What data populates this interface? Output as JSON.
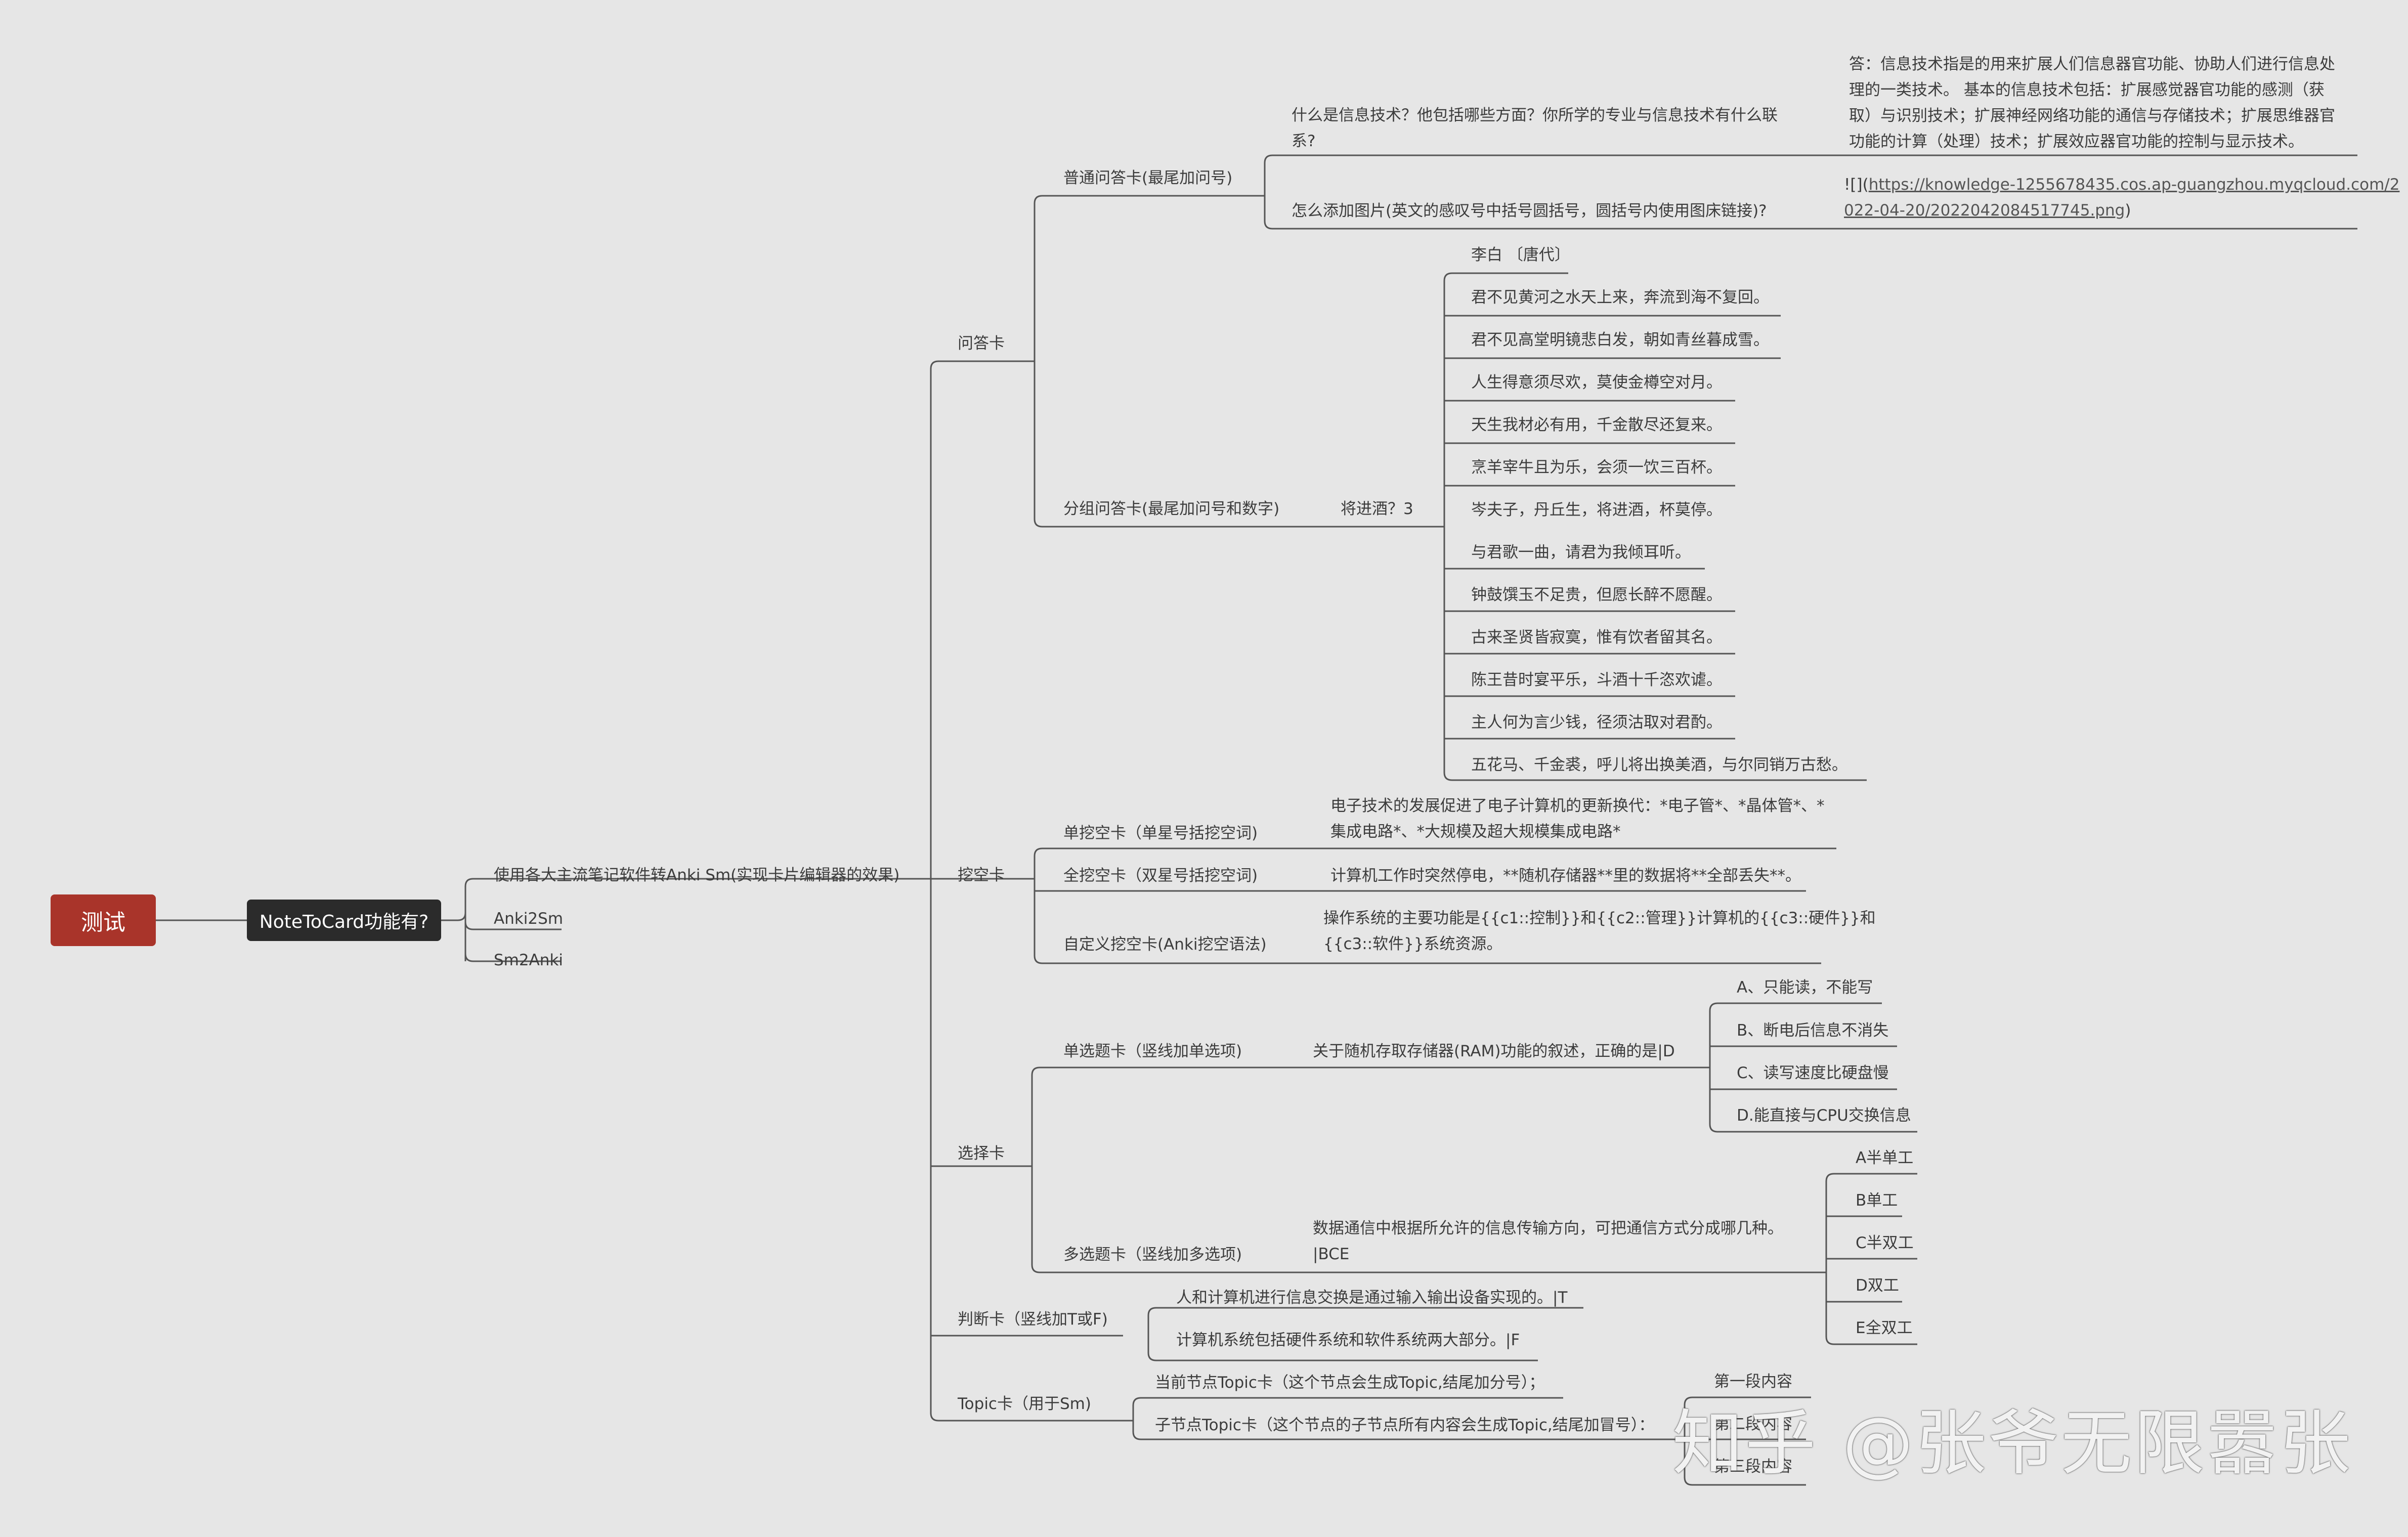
{
  "root": "测试",
  "main": "NoteToCard功能有?",
  "main_children": {
    "anki": "使用各大主流笔记软件转Anki Sm(实现卡片编辑器的效果)",
    "anki2sm": "Anki2Sm",
    "sm2anki": "Sm2Anki"
  },
  "categories": {
    "qa": "问答卡",
    "cloze": "挖空卡",
    "choice": "选择卡",
    "judge": "判断卡（竖线加T或F)",
    "topic": "Topic卡（用于Sm)"
  },
  "qa": {
    "normal": "普通问答卡(最尾加问号)",
    "q1": "什么是信息技术？他包括哪些方面？你所学的专业与信息技术有什么联\n系?",
    "a1": "答：信息技术指是的用来扩展人们信息器官功能、协助人们进行信息处\n理的一类技术。 基本的信息技术包括：扩展感觉器官功能的感测（获\n取）与识别技术；扩展神经网络功能的通信与存储技术；扩展思维器官\n功能的计算（处理）技术；扩展效应器官功能的控制与显示技术。",
    "q2": "怎么添加图片(英文的感叹号中括号圆括号，圆括号内使用图床链接)?",
    "a2_prefix": "![](",
    "a2_url": "https://knowledge-1255678435.cos.ap-guangzhou.myqcloud.com/2\n022-04-20/2022042084517745.png",
    "a2_suffix": ")",
    "group": "分组问答卡(最尾加问号和数字)",
    "group_q": "将进酒？3",
    "poem": [
      "李白 〔唐代〕",
      "君不见黄河之水天上来，奔流到海不复回。",
      "君不见高堂明镜悲白发，朝如青丝暮成雪。",
      "人生得意须尽欢，莫使金樽空对月。",
      "天生我材必有用，千金散尽还复来。",
      "烹羊宰牛且为乐，会须一饮三百杯。",
      "岑夫子，丹丘生，将进酒，杯莫停。",
      "与君歌一曲，请君为我倾耳听。",
      "钟鼓馔玉不足贵，但愿长醉不愿醒。",
      "古来圣贤皆寂寞，惟有饮者留其名。",
      "陈王昔时宴平乐，斗酒十千恣欢谑。",
      "主人何为言少钱，径须沽取对君酌。",
      "五花马、千金裘，呼儿将出换美酒，与尔同销万古愁。"
    ]
  },
  "cloze": {
    "single": "单挖空卡（单星号括挖空词)",
    "single_text": "电子技术的发展促进了电子计算机的更新换代：*电子管*、*晶体管*、*\n集成电路*、*大规模及超大规模集成电路*",
    "full": "全挖空卡（双星号括挖空词)",
    "full_text": "计算机工作时突然停电，**随机存储器**里的数据将**全部丢失**。",
    "custom": "自定义挖空卡(Anki挖空语法)",
    "custom_text": "操作系统的主要功能是{{c1::控制}}和{{c2::管理}}计算机的{{c3::硬件}}和\n{{c3::软件}}系统资源。"
  },
  "choice": {
    "single": "单选题卡（竖线加单选项)",
    "single_q": "关于随机存取存储器(RAM)功能的叙述，正确的是|D",
    "single_opts": [
      "A、只能读，不能写",
      "B、断电后信息不消失",
      "C、读写速度比硬盘慢",
      "D.能直接与CPU交换信息"
    ],
    "multi": "多选题卡（竖线加多选项)",
    "multi_q": "数据通信中根据所允许的信息传输方向，可把通信方式分成哪几种。\n|BCE",
    "multi_opts": [
      "A半单工",
      "B单工",
      "C半双工",
      "D双工",
      "E全双工"
    ]
  },
  "judge": {
    "t": "人和计算机进行信息交换是通过输入输出设备实现的。|T",
    "f": "计算机系统包括硬件系统和软件系统两大部分。|F"
  },
  "topic": {
    "current": "当前节点Topic卡（这个节点会生成Topic,结尾加分号）；",
    "child": "子节点Topic卡（这个节点的子节点所有内容会生成Topic,结尾加冒号）：",
    "items": [
      "第一段内容",
      "第二段内容",
      "第三段内容"
    ]
  },
  "watermark": "知乎 @张爷无限嚣张"
}
